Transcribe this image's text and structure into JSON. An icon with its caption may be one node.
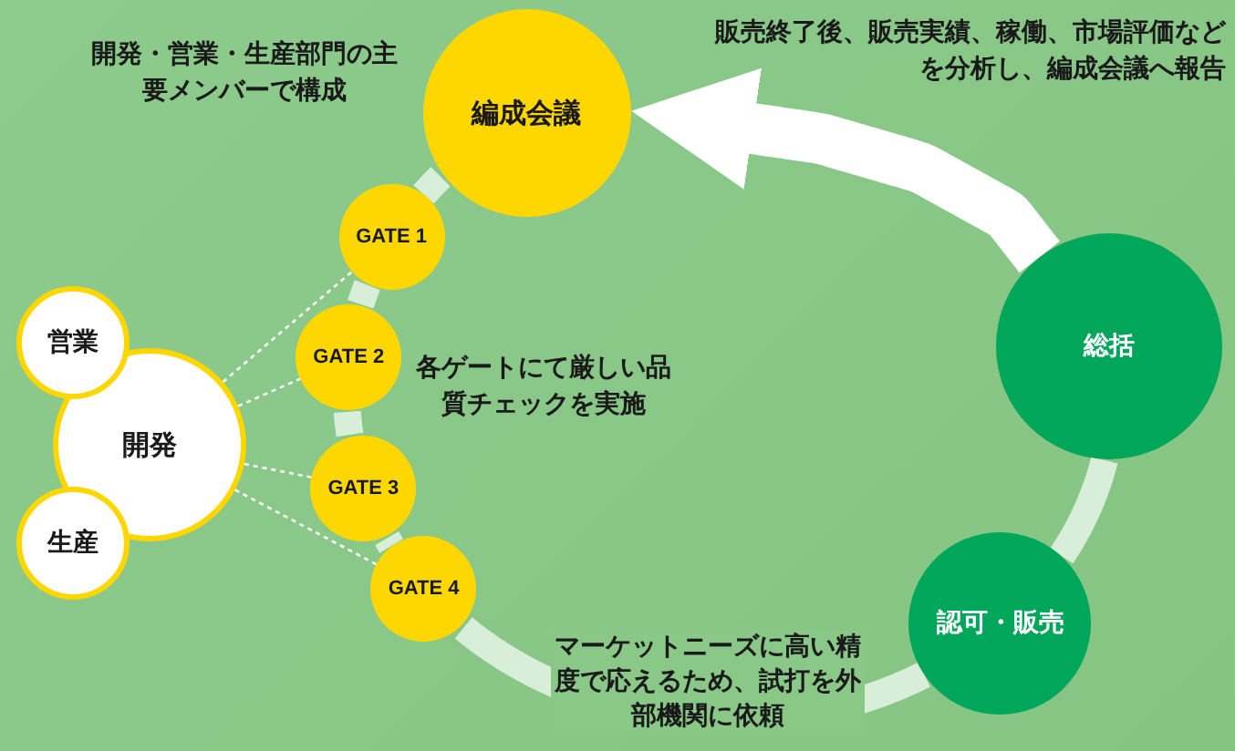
{
  "diagram": {
    "nodes": [
      {
        "text": [
          "編成会議"
        ],
        "beside": [
          "開発・営業・生産部門の主要メンバーで構成"
        ]
      },
      {
        "text": [
          "GATE 1"
        ]
      },
      {
        "text": [
          "GATE 2"
        ]
      },
      {
        "text": [
          "GATE 3"
        ]
      },
      {
        "text": [
          "GATE 4"
        ]
      },
      {
        "text": [
          "営業"
        ]
      },
      {
        "text": [
          "開発"
        ]
      },
      {
        "text": [
          "生産"
        ]
      },
      {
        "text": [
          "総括"
        ]
      },
      {
        "text": [
          "認可・販売"
        ]
      }
    ],
    "edges": [
      {
        "from": 0,
        "to": 1,
        "arrow": "none"
      },
      {
        "from": 1,
        "to": 2,
        "arrow": "none"
      },
      {
        "from": 2,
        "to": 3,
        "arrow": "none"
      },
      {
        "from": 3,
        "to": 4,
        "arrow": "none"
      },
      {
        "from": 4,
        "to": 9,
        "arrow": "none",
        "label": "マーケットニーズに高い精度で応えるため、試打を外部機関に依頼"
      },
      {
        "from": 9,
        "to": 8,
        "arrow": "none"
      },
      {
        "from": 8,
        "to": 0,
        "arrow": "to",
        "label": "販売終了後、販売実績、稼働、市場評価などを分析し、編成会議へ報告",
        "style": "thick",
        "color": "#ffffff"
      },
      {
        "from": 6,
        "to": 1,
        "arrow": "none",
        "style": "dashed",
        "color": "#ffffff"
      },
      {
        "from": 6,
        "to": 2,
        "arrow": "none",
        "style": "dashed",
        "color": "#ffffff"
      },
      {
        "from": 6,
        "to": 3,
        "arrow": "none",
        "style": "dashed",
        "color": "#ffffff"
      },
      {
        "from": 6,
        "to": 4,
        "arrow": "none",
        "style": "dashed",
        "color": "#ffffff"
      }
    ],
    "labels": [
      "各ゲートにて厳しい品質チェックを実施"
    ]
  }
}
